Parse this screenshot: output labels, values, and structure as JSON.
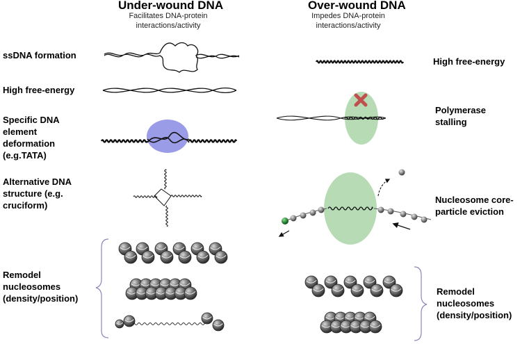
{
  "left_column": {
    "title": "Under-wound DNA",
    "subtitle_line1": "Facilitates DNA-protein",
    "subtitle_line2": "interactions/activity",
    "labels": [
      "ssDNA formation",
      "High free-energy",
      "Specific DNA\nelement\ndeformation\n(e.g.TATA)",
      "Alternative DNA\nstructure (e.g.\ncruciform)",
      "Remodel\nnucleosomes\n(density/position)"
    ]
  },
  "right_column": {
    "title": "Over-wound DNA",
    "subtitle_line1": "Impedes DNA-protein",
    "subtitle_line2": "interactions/activity",
    "labels": [
      "High free-energy",
      "Polymerase\nstalling",
      "Nucleosome core-\nparticle eviction",
      "Remodel\nnucleosomes\n(density/position)"
    ]
  },
  "colors": {
    "protein_purple": "#9a9ce8",
    "polymerase_green": "#b7dcb5",
    "stall_mark_red": "#c0504d",
    "bracket_purple": "#8b84b8",
    "nucleosome_grey": "#7a7a7a",
    "green_bead": "#2e8b3a"
  }
}
